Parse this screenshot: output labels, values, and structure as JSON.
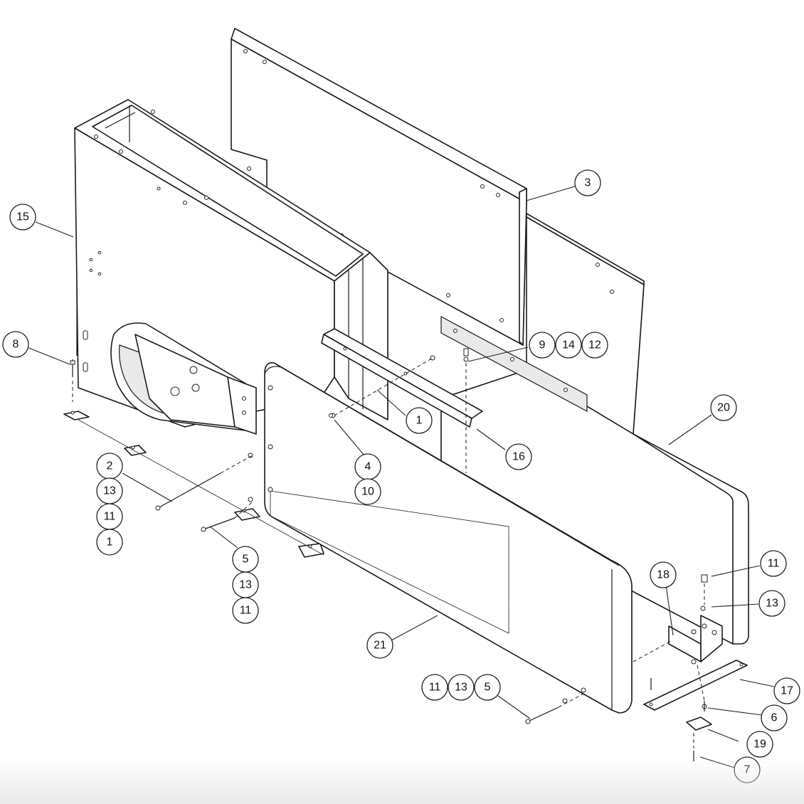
{
  "callouts": [
    {
      "id": "c3",
      "label": "3"
    },
    {
      "id": "c15",
      "label": "15"
    },
    {
      "id": "c8",
      "label": "8"
    },
    {
      "id": "c9",
      "label": "9"
    },
    {
      "id": "c14",
      "label": "14"
    },
    {
      "id": "c12",
      "label": "12"
    },
    {
      "id": "c20",
      "label": "20"
    },
    {
      "id": "c1a",
      "label": "1"
    },
    {
      "id": "c16",
      "label": "16"
    },
    {
      "id": "c4",
      "label": "4"
    },
    {
      "id": "c10",
      "label": "10"
    },
    {
      "id": "c2",
      "label": "2"
    },
    {
      "id": "c13a",
      "label": "13"
    },
    {
      "id": "c11a",
      "label": "11"
    },
    {
      "id": "c1b",
      "label": "1"
    },
    {
      "id": "c5a",
      "label": "5"
    },
    {
      "id": "c13b",
      "label": "13"
    },
    {
      "id": "c11b",
      "label": "11"
    },
    {
      "id": "c21",
      "label": "21"
    },
    {
      "id": "c11c",
      "label": "11"
    },
    {
      "id": "c13c",
      "label": "13"
    },
    {
      "id": "c5b",
      "label": "5"
    },
    {
      "id": "c18",
      "label": "18"
    },
    {
      "id": "c11d",
      "label": "11"
    },
    {
      "id": "c13d",
      "label": "13"
    },
    {
      "id": "c17",
      "label": "17"
    },
    {
      "id": "c6",
      "label": "6"
    },
    {
      "id": "c19",
      "label": "19"
    },
    {
      "id": "c7",
      "label": "7"
    }
  ]
}
